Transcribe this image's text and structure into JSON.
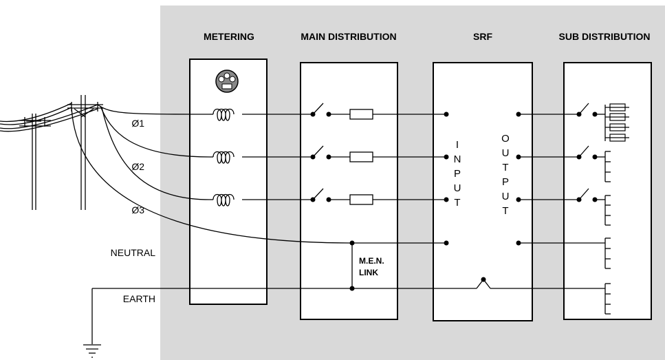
{
  "sections": {
    "metering": "METERING",
    "main_distribution": "MAIN DISTRIBUTION",
    "srf": "SRF",
    "sub_distribution": "SUB DISTRIBUTION"
  },
  "lines": {
    "phase1": "Ø1",
    "phase2": "Ø2",
    "phase3": "Ø3",
    "neutral": "NEUTRAL",
    "earth": "EARTH"
  },
  "men_link": {
    "line1": "M.E.N.",
    "line2": "LINK"
  },
  "srf_input": [
    "I",
    "N",
    "P",
    "U",
    "T"
  ],
  "srf_output": [
    "O",
    "U",
    "T",
    "P",
    "U",
    "T"
  ],
  "colors": {
    "panel": "#d9d9d9",
    "wire": "#000000",
    "box": "#ffffff"
  },
  "icons": [
    "power-pole-icon",
    "meter-dial-icon",
    "coil-icon",
    "switch-icon",
    "fuse-icon",
    "ground-icon",
    "crossover-icon"
  ]
}
